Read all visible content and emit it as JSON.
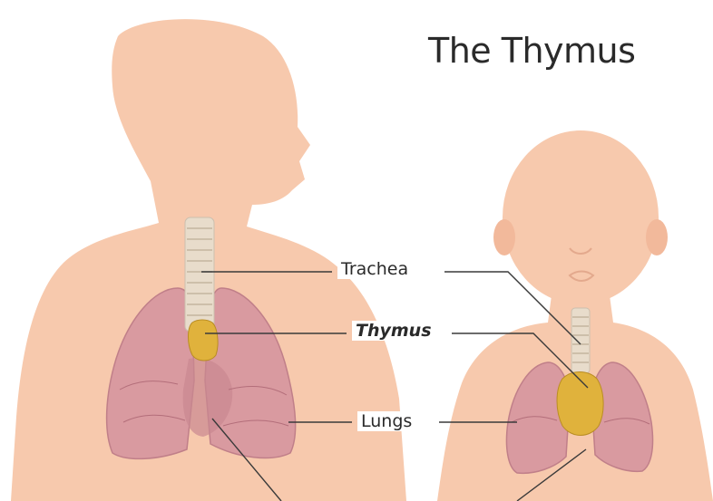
{
  "title": "The Thymus",
  "labels": {
    "trachea": "Trachea",
    "thymus": "Thymus",
    "lungs": "Lungs"
  },
  "colors": {
    "skin": "#f7c9ad",
    "lung": "#d99aa0",
    "lung_dark": "#bf7a84",
    "thymus": "#e0b23c",
    "trachea": "#e8dccb",
    "leader_line": "#3a3a3a",
    "text": "#2a2a2a"
  }
}
